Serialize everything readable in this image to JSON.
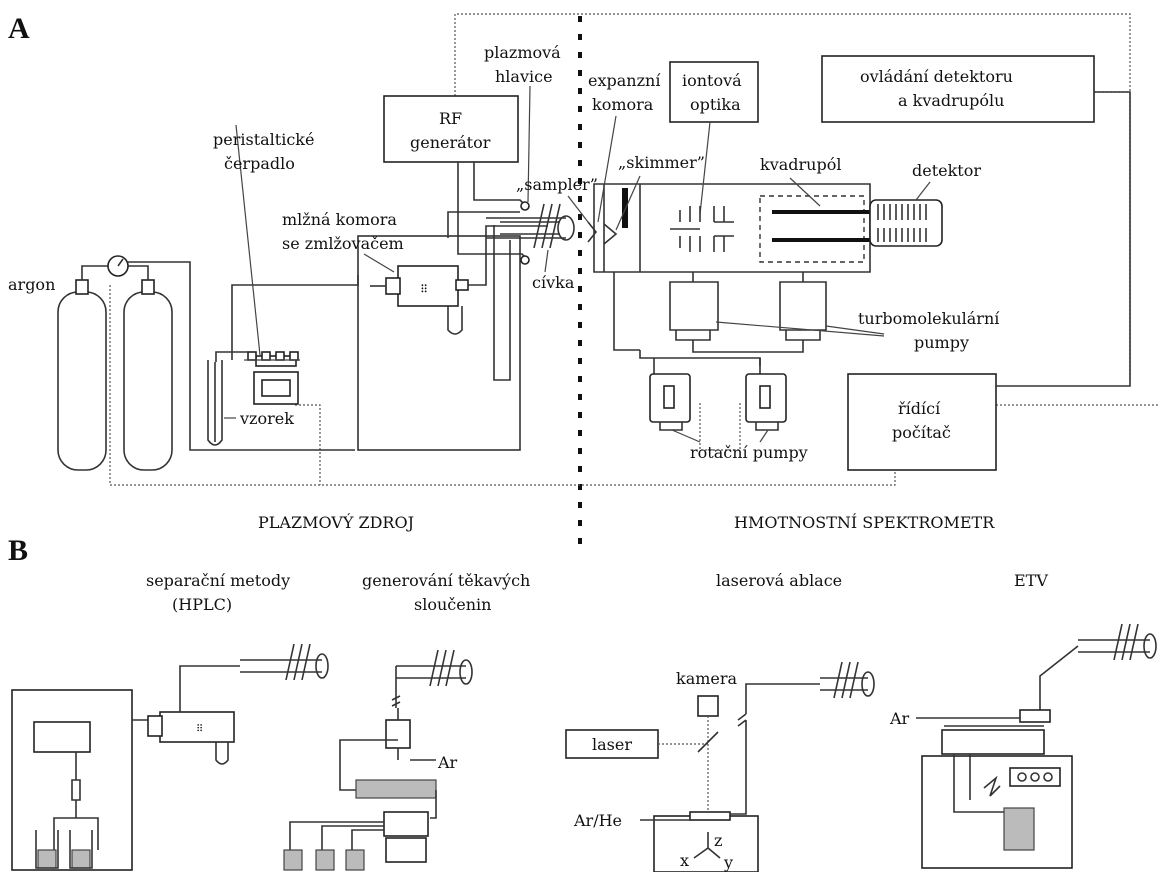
{
  "panels": {
    "a": {
      "letter": "A"
    },
    "b": {
      "letter": "B"
    }
  },
  "panel_a": {
    "labels": {
      "argon": "argon",
      "peristaltic_1": "peristaltické",
      "peristaltic_2": "čerpadlo",
      "sample": "vzorek",
      "spray_1": "mlžná komora",
      "spray_2": "se zmlžovačem",
      "rf_1": "RF",
      "rf_2": "generátor",
      "torch_1": "plazmová",
      "torch_2": "hlavice",
      "sampler": "„sampler”",
      "coil": "cívka",
      "expansion_1": "expanzní",
      "expansion_2": "komora",
      "skimmer": "„skimmer”",
      "ion_optics_1": "iontová",
      "ion_optics_2": "optika",
      "quadrupole": "kvadrupól",
      "detector": "detektor",
      "control_1": "ovládání detektoru",
      "control_2": "a kvadrupólu",
      "turbo_1": "turbomolekulární",
      "turbo_2": "pumpy",
      "rotary": "rotační pumpy",
      "computer_1": "řídící",
      "computer_2": "počítač"
    },
    "sections": {
      "plasma_source": "PLAZMOVÝ ZDROJ",
      "mass_spectrometer": "HMOTNOSTNÍ SPEKTROMETR"
    }
  },
  "panel_b": {
    "titles": {
      "hplc_1": "separační metody",
      "hplc_2": "(HPLC)",
      "volatile_1": "generování těkavých",
      "volatile_2": "sloučenin",
      "laser_ablation": "laserová ablace",
      "etv": "ETV"
    },
    "labels": {
      "ar": "Ar",
      "kamera": "kamera",
      "laser": "laser",
      "ar_he": "Ar/He",
      "axis_x": "x",
      "axis_y": "y",
      "axis_z": "z",
      "ar_etv": "Ar"
    }
  }
}
